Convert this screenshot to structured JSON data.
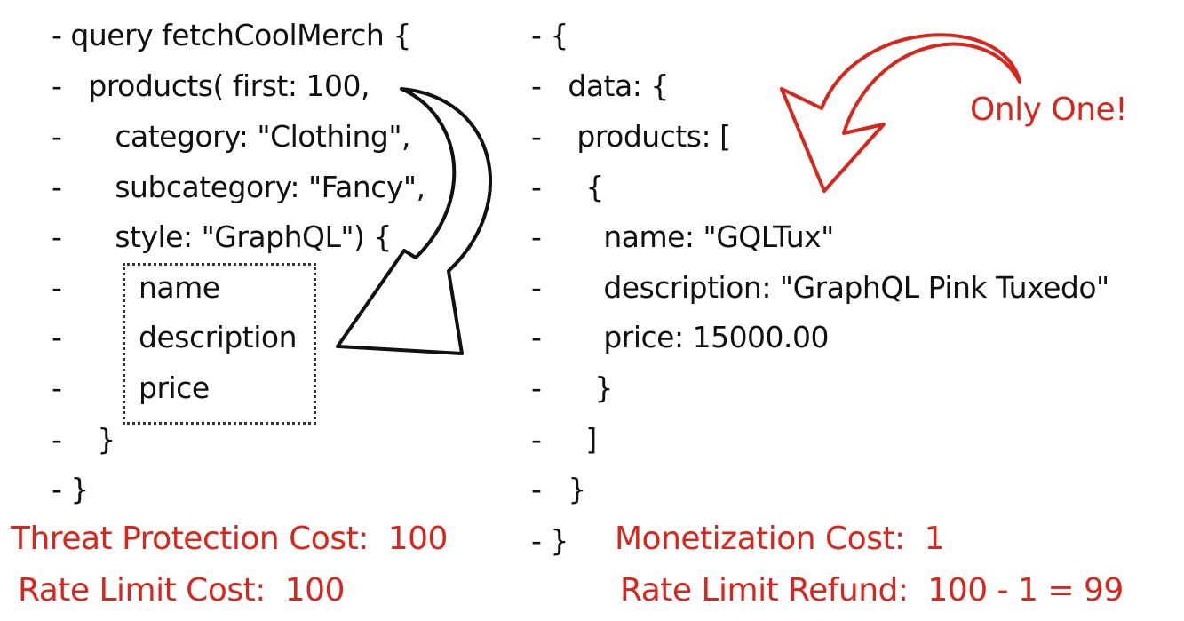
{
  "query": {
    "lines": [
      "- query fetchCoolMerch {",
      "-   products( first: 100,",
      "-      category: \"Clothing\",",
      "-      subcategory: \"Fancy\",",
      "-      style: \"GraphQL\") {",
      "-",
      "-",
      "-",
      "-    }",
      "- }"
    ],
    "fields": [
      "name",
      "description",
      "price"
    ]
  },
  "response": {
    "lines": [
      "- {",
      "-   data: {",
      "-    products: [",
      "-     {",
      "-       name: \"GQLTux\"",
      "-       description: \"GraphQL Pink Tuxedo\"",
      "-       price: 15000.00",
      "-      }",
      "-     ]",
      "-   }",
      "- }"
    ]
  },
  "annotations": {
    "only_one": "Only One!",
    "threat_protection_cost": "Threat Protection Cost:  100",
    "rate_limit_cost": "Rate Limit Cost:  100",
    "monetization_cost": "Monetization Cost:  1",
    "rate_limit_refund": "Rate Limit Refund:  100 - 1 = 99"
  },
  "colors": {
    "text": "#111111",
    "accent_red": "#d9261c"
  }
}
